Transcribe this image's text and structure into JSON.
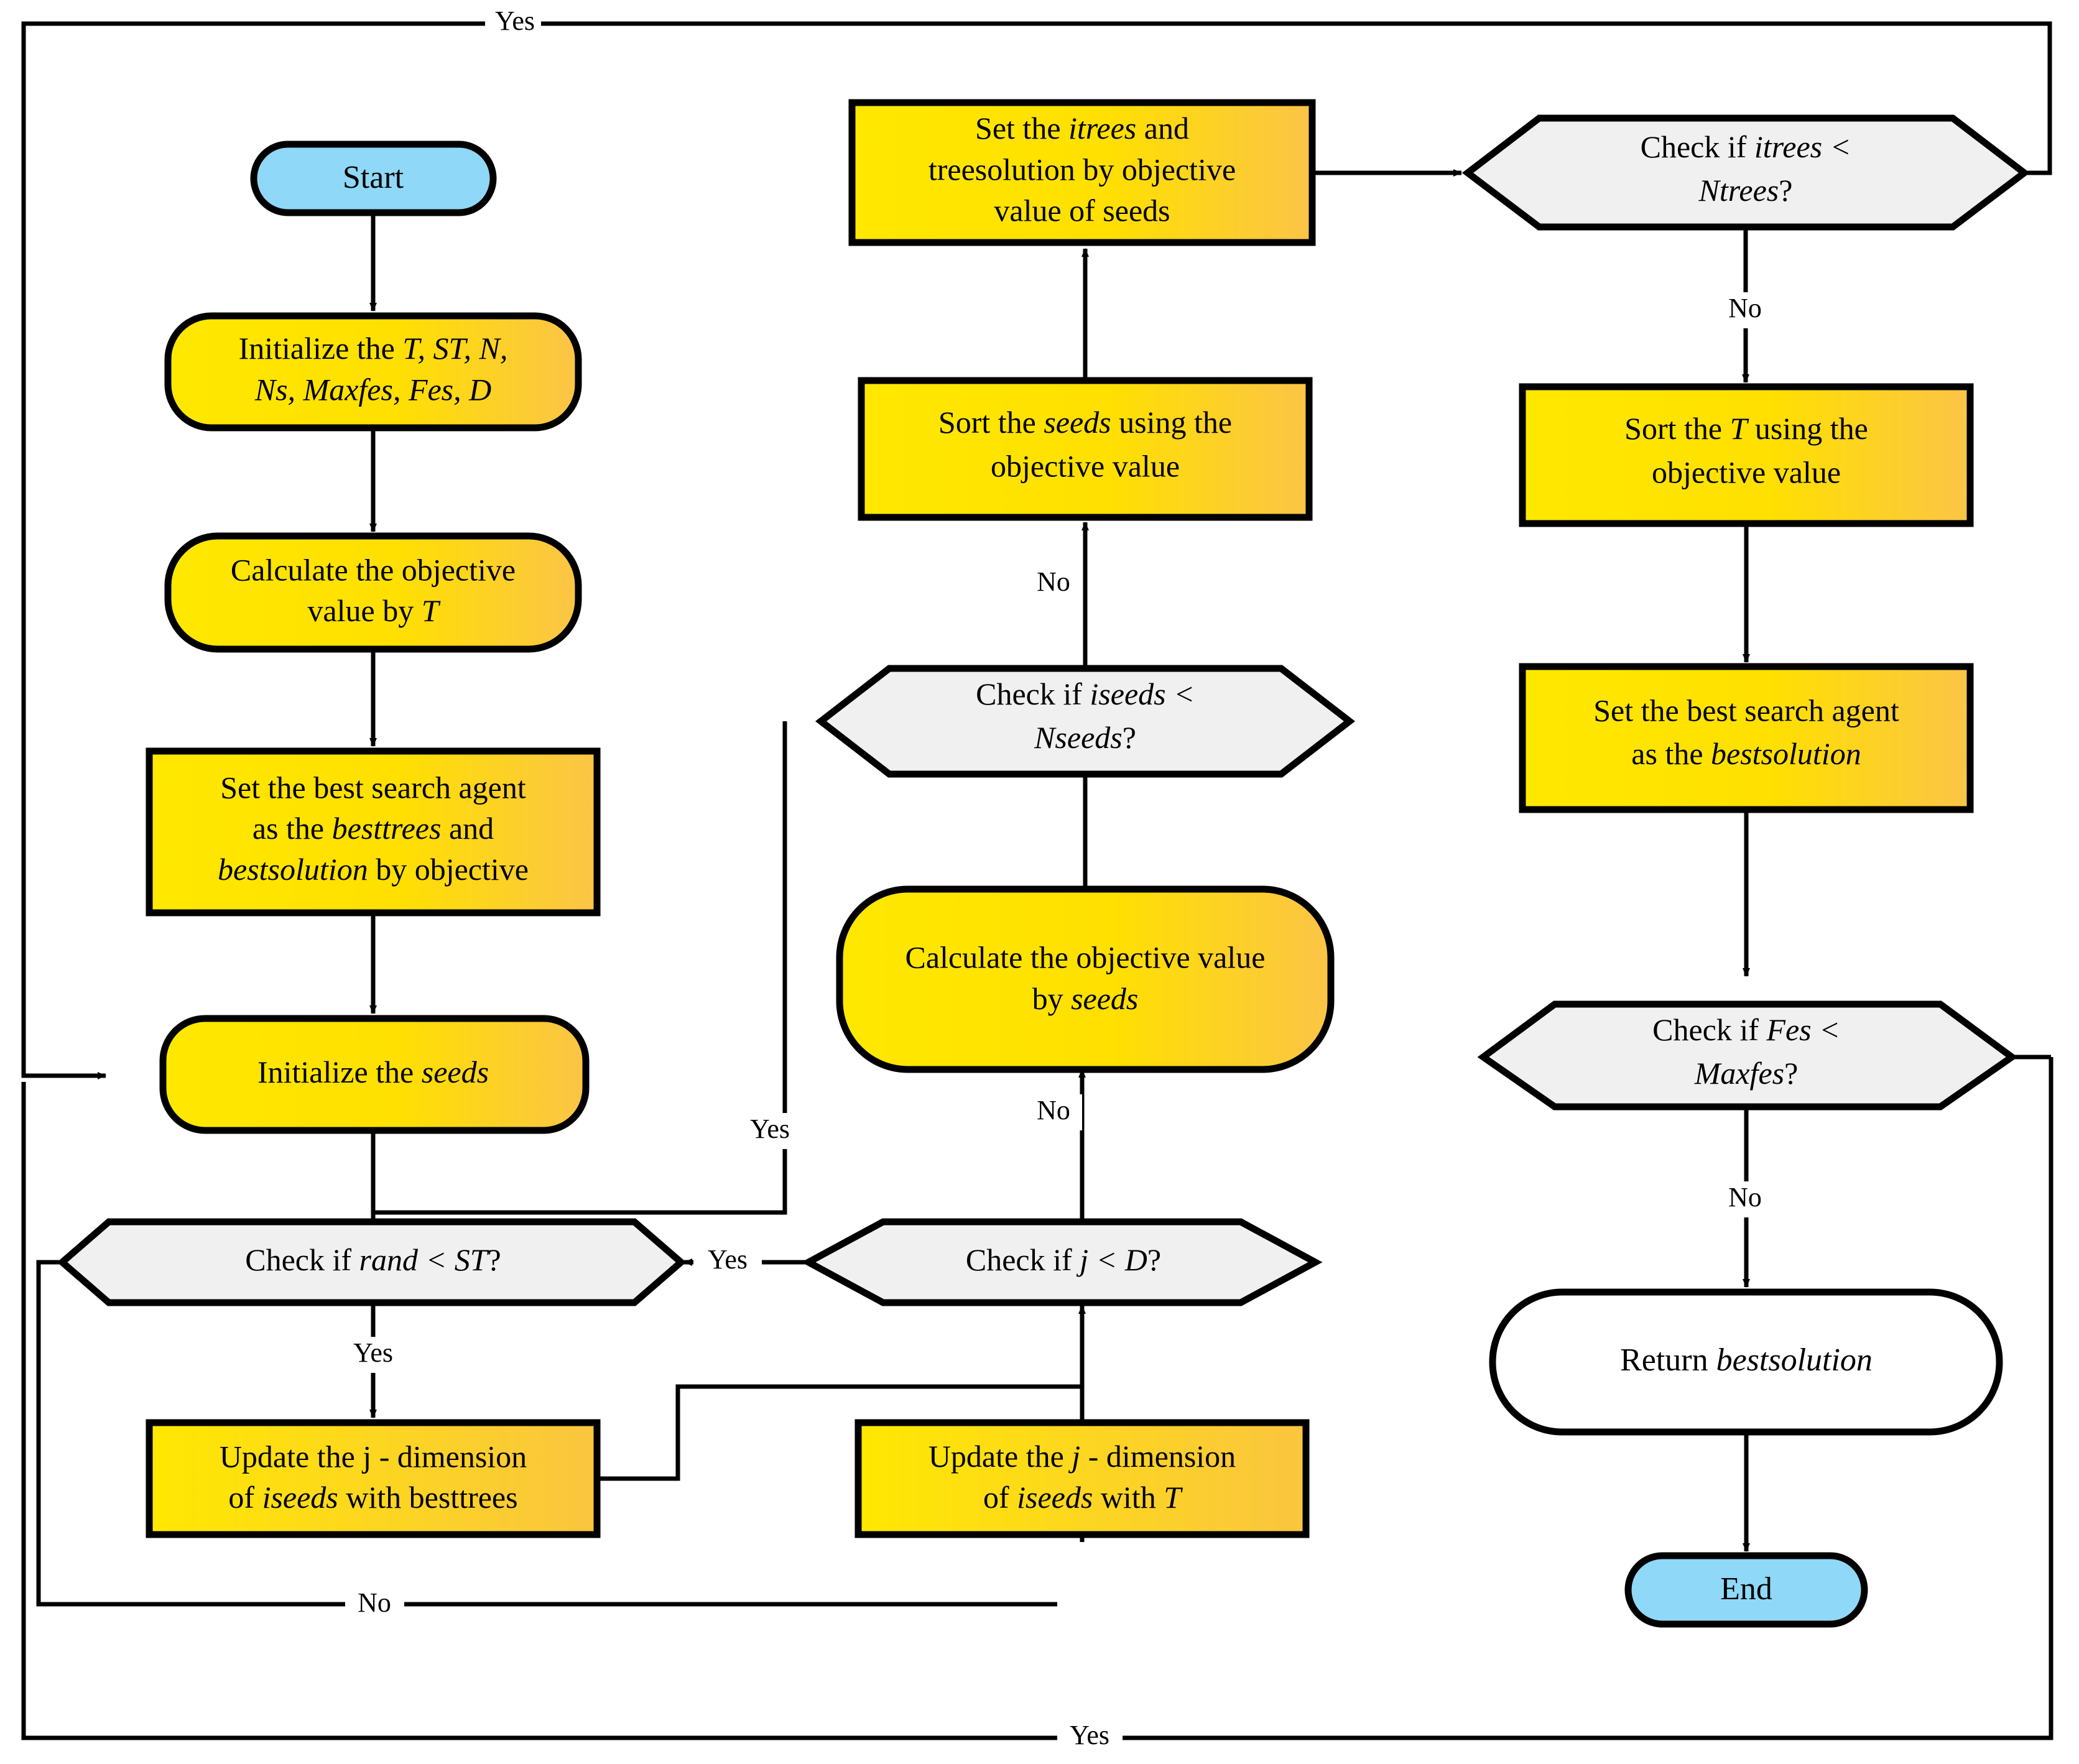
{
  "diagram": {
    "title": "Tree Seed Algorithm flowchart",
    "colors": {
      "terminal_fill": "#8fd8f7",
      "process_fill_light": "#ffe600",
      "process_fill_dark": "#fbc93a",
      "decision_fill": "#f0f0f0",
      "stroke": "#000000",
      "return_fill": "#ffffff"
    },
    "nodes": {
      "start": {
        "label": "Start",
        "shape": "terminal"
      },
      "init_params": {
        "label": "Initialize the T, ST, N, Ns, Maxfes, Fes, D",
        "line1": "Initialize the ",
        "line1_it": "T, ST, N,",
        "line2_it": "Ns, Maxfes, Fes, D",
        "shape": "rounded-process"
      },
      "calc_obj_T": {
        "line1": "Calculate the objective",
        "line2": "value by ",
        "line2_it": "T",
        "shape": "rounded-process"
      },
      "set_best_agent": {
        "line1": "Set the best search agent",
        "line2a": "as the ",
        "line2_it": "besttrees",
        "line2b": " and",
        "line3_it": "bestsolution",
        "line3b": " by objective",
        "shape": "process"
      },
      "init_seeds": {
        "line1": "Initialize the ",
        "line1_it": "seeds",
        "shape": "rounded-process"
      },
      "check_rand_st": {
        "line1": "Check if ",
        "line1_it": "rand < ST",
        "line1b": "?",
        "shape": "decision"
      },
      "update_j_besttrees": {
        "line1": "Update the j - dimension",
        "line2a": "of ",
        "line2_it": "iseeds",
        "line2b": " with besttrees",
        "shape": "process"
      },
      "check_j_d": {
        "line1": "Check if ",
        "line1_it": "j < D",
        "line1b": "?",
        "shape": "decision"
      },
      "update_j_T": {
        "line1a": "Update the ",
        "line1_it": "j",
        "line1b": " - dimension",
        "line2a": "of ",
        "line2_it": "iseeds",
        "line2b": " with ",
        "line2_it2": "T",
        "shape": "process"
      },
      "calc_obj_seeds": {
        "line1": "Calculate the objective value",
        "line2a": "by ",
        "line2_it": "seeds",
        "shape": "rounded-process"
      },
      "check_iseeds_nseeds": {
        "line1": "Check if ",
        "line1_it": "iseeds <",
        "line2_it": "Nseeds",
        "line2b": "?",
        "shape": "decision"
      },
      "sort_seeds": {
        "line1a": "Sort the ",
        "line1_it": "seeds",
        "line1b": " using the",
        "line2": "objective value",
        "shape": "process"
      },
      "set_itrees": {
        "line1a": "Set  the ",
        "line1_it": "itrees",
        "line1b": "  and",
        "line2": "treesolution by objective",
        "line3": "value of seeds",
        "shape": "process"
      },
      "check_itrees_ntrees": {
        "line1": "Check if ",
        "line1_it": "itrees <",
        "line2_it": "Ntrees",
        "line2b": "?",
        "shape": "decision"
      },
      "sort_T": {
        "line1a": "Sort the ",
        "line1_it": "T",
        "line1b": " using the",
        "line2": "objective value",
        "shape": "process"
      },
      "set_best_solution": {
        "line1": "Set the best search agent",
        "line2a": "as the ",
        "line2_it": "bestsolution",
        "shape": "process"
      },
      "check_fes_maxfes": {
        "line1": "Check if ",
        "line1_it": "Fes <",
        "line2_it": "Maxfes",
        "line2b": "?",
        "shape": "decision"
      },
      "return_best": {
        "line1a": "Return ",
        "line1_it": "bestsolution",
        "shape": "rounded-terminal-white"
      },
      "end": {
        "label": "End",
        "shape": "terminal"
      }
    },
    "edge_labels": {
      "top_yes": "Yes",
      "itrees_no": "No",
      "iseeds_no": "No",
      "iseeds_yes": "Yes",
      "jd_no": "No",
      "jd_yes": "Yes",
      "rand_yes": "Yes",
      "rand_no": "No",
      "fes_no": "No",
      "bottom_yes": "Yes"
    }
  }
}
